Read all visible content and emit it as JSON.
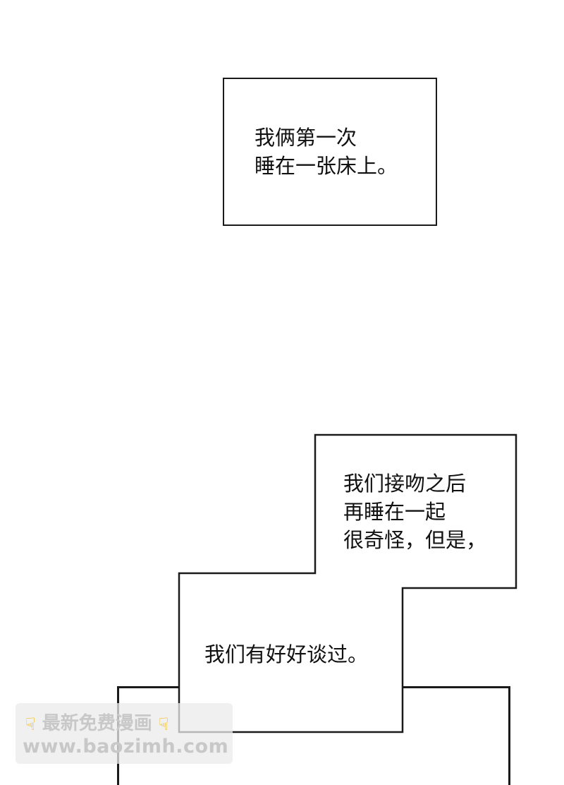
{
  "captions": {
    "first": {
      "lines": [
        "我俩第一次",
        "睡在一张床上。"
      ]
    },
    "second": {
      "lines": [
        "我们接吻之后",
        "再睡在一起",
        "很奇怪，但是，"
      ]
    },
    "third": {
      "lines": [
        "我们有好好谈过。"
      ]
    }
  },
  "watermark": {
    "title": "最新免费漫画",
    "url": "www.baozimh.com",
    "icon": "pointing-down-hand-icon"
  },
  "colors": {
    "border": "#1a1a1a",
    "background": "#ffffff",
    "text": "#111111",
    "watermark_text": "#c8c8c8",
    "watermark_icon": "#f0b400"
  }
}
